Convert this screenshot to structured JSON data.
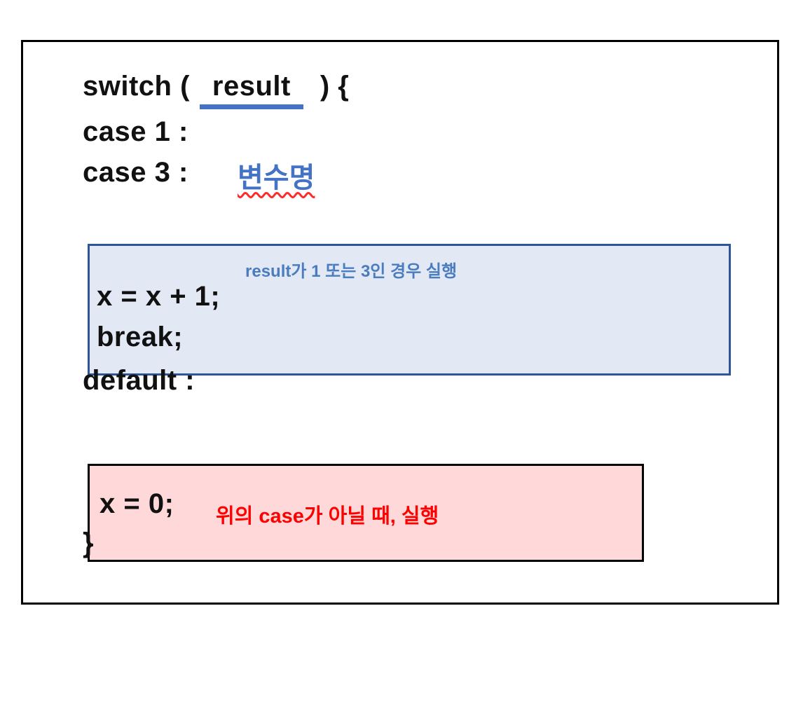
{
  "colors": {
    "frame_border": "#000000",
    "accent_blue": "#4472c4",
    "squiggle_red": "#ff2a2a",
    "code_text": "#111111",
    "case_block_fill": "#e2e8f4",
    "case_block_border": "#2e5597",
    "case_annotation_text": "#4a7cc0",
    "default_block_fill": "#ffd9d9",
    "default_block_border": "#000000",
    "default_annotation_text": "#ff0000"
  },
  "code": {
    "switch_prefix": "switch (",
    "switch_variable": "result",
    "switch_suffix": ") {",
    "variable_label": "변수명",
    "case_1": "case 1 :",
    "case_3": "case 3 :",
    "case_body_line_1": "x = x + 1;",
    "case_body_line_2": "break;",
    "default_label": "default :",
    "default_body": "x = 0;",
    "closing_brace": "}"
  },
  "annotations": {
    "case_note": "result가 1 또는 3인 경우 실행",
    "default_note": "위의 case가 아닐 때, 실행"
  }
}
